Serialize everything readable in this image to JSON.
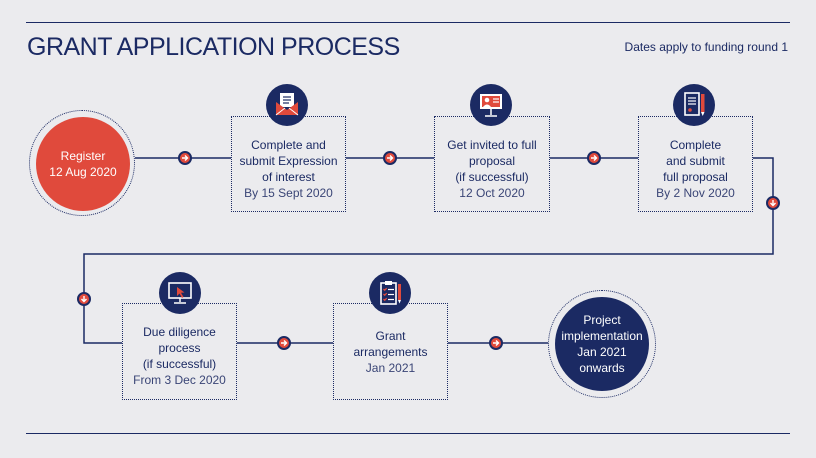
{
  "header": {
    "title": "GRANT APPLICATION PROCESS",
    "note": "Dates apply to funding round 1"
  },
  "steps": {
    "register": {
      "label": "Register",
      "date": "12 Aug 2020"
    },
    "eoi": {
      "line1": "Complete and",
      "line2": "submit Expression",
      "line3": "of interest",
      "date": "By 15 Sept 2020"
    },
    "invite": {
      "line1": "Get invited to full",
      "line2": "proposal",
      "line3": "(if successful)",
      "date": "12 Oct 2020"
    },
    "proposal": {
      "line1": "Complete",
      "line2": "and submit",
      "line3": "full proposal",
      "date": "By 2 Nov 2020"
    },
    "diligence": {
      "line1": "Due diligence",
      "line2": "process",
      "line3": "(if successful)",
      "date": "From 3 Dec 2020"
    },
    "grant": {
      "line1": "Grant",
      "line2": "arrangements",
      "date": "Jan 2021"
    },
    "implementation": {
      "line1": "Project",
      "line2": "implementation",
      "date": "Jan 2021",
      "date2": "onwards"
    }
  },
  "icons": {
    "eoi": "envelope-letter-icon",
    "invite": "presentation-board-icon",
    "proposal": "document-pen-icon",
    "diligence": "computer-cursor-icon",
    "grant": "clipboard-checklist-icon"
  },
  "colors": {
    "navy": "#1b2a63",
    "red": "#e04a3c",
    "background": "#ebebee"
  }
}
